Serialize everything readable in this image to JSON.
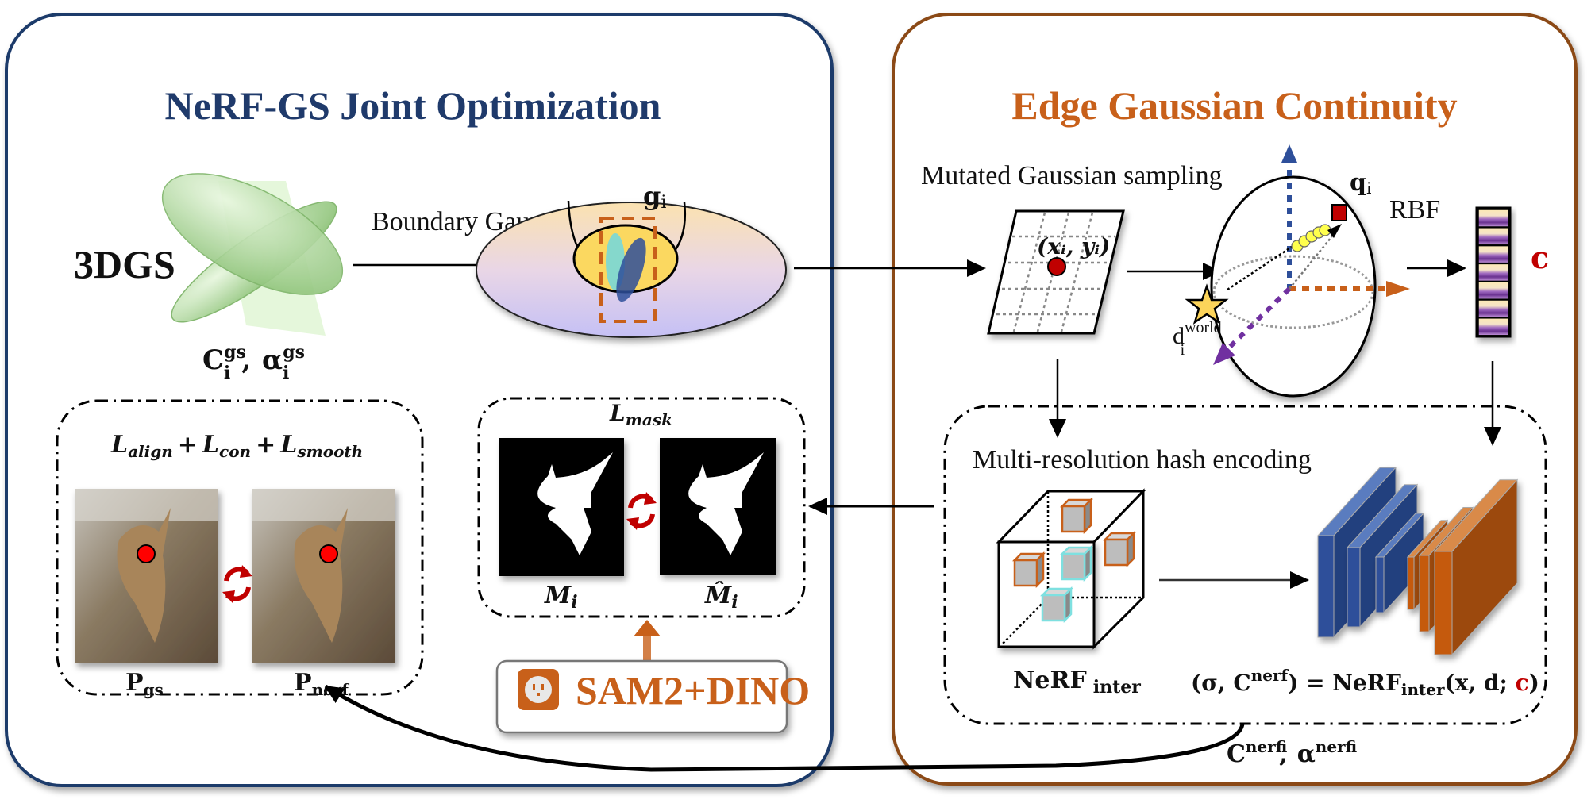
{
  "diagram": {
    "left_panel": {
      "title": "NeRF-GS Joint Optimization",
      "title_color": "#1f3a6b",
      "border_color": "#1f3a6b",
      "gs_label": "3DGS",
      "gs_output": {
        "c": "C",
        "c_sup": "gs",
        "c_sub": "i",
        "sep": ",",
        "a": "α",
        "a_sup": "gs",
        "a_sub": "i"
      },
      "boundary_label": "Boundary Gaussian",
      "g_label": "g",
      "g_sub": "i",
      "align_box": {
        "loss": {
          "l1": "L",
          "l1_sub": "align",
          "plus1": "+",
          "l2": "L",
          "l2_sub": "con",
          "plus2": "+",
          "l3": "L",
          "l3_sub": "smooth"
        },
        "img_left_label": "P",
        "img_left_sub": "gs",
        "img_right_label": "P",
        "img_right_sub": "nerf"
      },
      "mask_box": {
        "loss": "L",
        "loss_sub": "mask",
        "mask_left": "M",
        "mask_left_sub": "i",
        "mask_right": "M̂",
        "mask_right_sub": "i"
      },
      "sam_box": {
        "label": "SAM2+DINO",
        "color": "#c8601a"
      }
    },
    "right_panel": {
      "title": "Edge Gaussian Continuity",
      "title_color": "#c8601a",
      "border_color": "#8b4a14",
      "sampling_label": "Mutated Gaussian sampling",
      "point_label": "(x",
      "point_label_full": "(xᵢ, yᵢ)",
      "q_label": "q",
      "q_sub": "i",
      "rbf_label": "RBF",
      "c_label": "c",
      "d_label": "d",
      "d_sup": "world",
      "d_sub": "i",
      "hash_label": "Multi-resolution hash encoding",
      "nerf_label": "NeRF",
      "nerf_sub": "inter",
      "equation": {
        "lhs": "(σ, C",
        "lhs_sup": "nerf",
        "lhs_end": ") = NeRF",
        "sub": "inter",
        "args": "(x, d; ",
        "c": "c",
        "end": ")"
      },
      "output": {
        "c": "C",
        "c_sup": "nerf",
        "c_sub": "i",
        "sep": ",",
        "a": "α",
        "a_sup": "nerf",
        "a_sub": "i"
      }
    },
    "colors": {
      "accent_red": "#c00000",
      "nn_blue": "#2e4f9a",
      "nn_orange": "#c55a11",
      "gaussian_green": "#9fd08a"
    }
  }
}
